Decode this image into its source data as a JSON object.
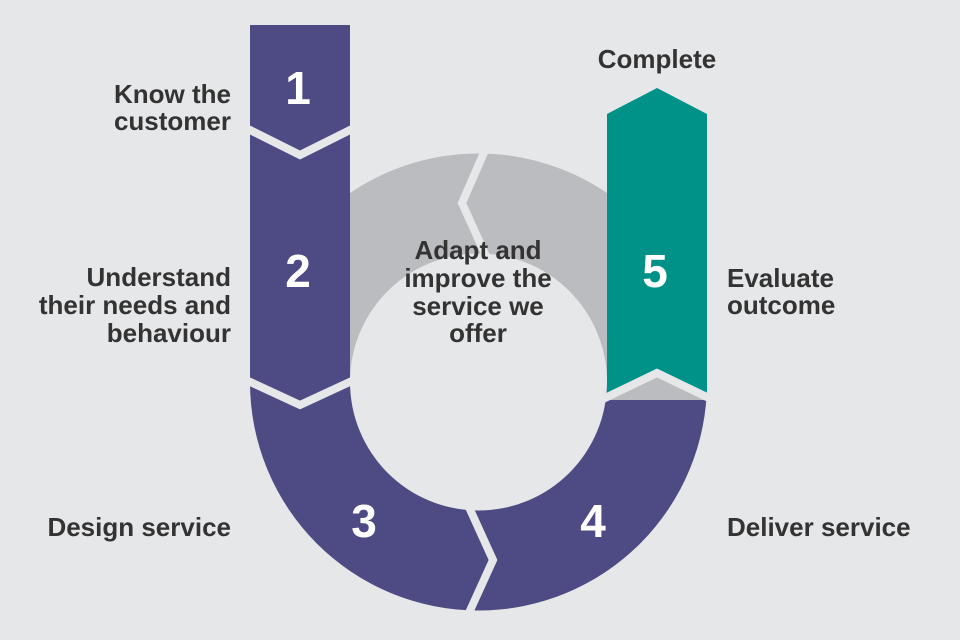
{
  "colors": {
    "background": "#e6e7e9",
    "purple": "#4e4a84",
    "teal": "#009288",
    "gray_ring": "#bbbcc0",
    "text": "#333333"
  },
  "center": {
    "lines": [
      "Adapt and",
      "improve the",
      "service we",
      "offer"
    ]
  },
  "steps": [
    {
      "number": "1",
      "label": [
        "Know the",
        "customer"
      ]
    },
    {
      "number": "2",
      "label": [
        "Understand",
        "their needs and",
        "behaviour"
      ]
    },
    {
      "number": "3",
      "label": [
        "Design service"
      ]
    },
    {
      "number": "4",
      "label": [
        "Deliver service"
      ]
    },
    {
      "number": "5",
      "label": [
        "Evaluate",
        "outcome"
      ]
    }
  ],
  "complete_label": "Complete"
}
